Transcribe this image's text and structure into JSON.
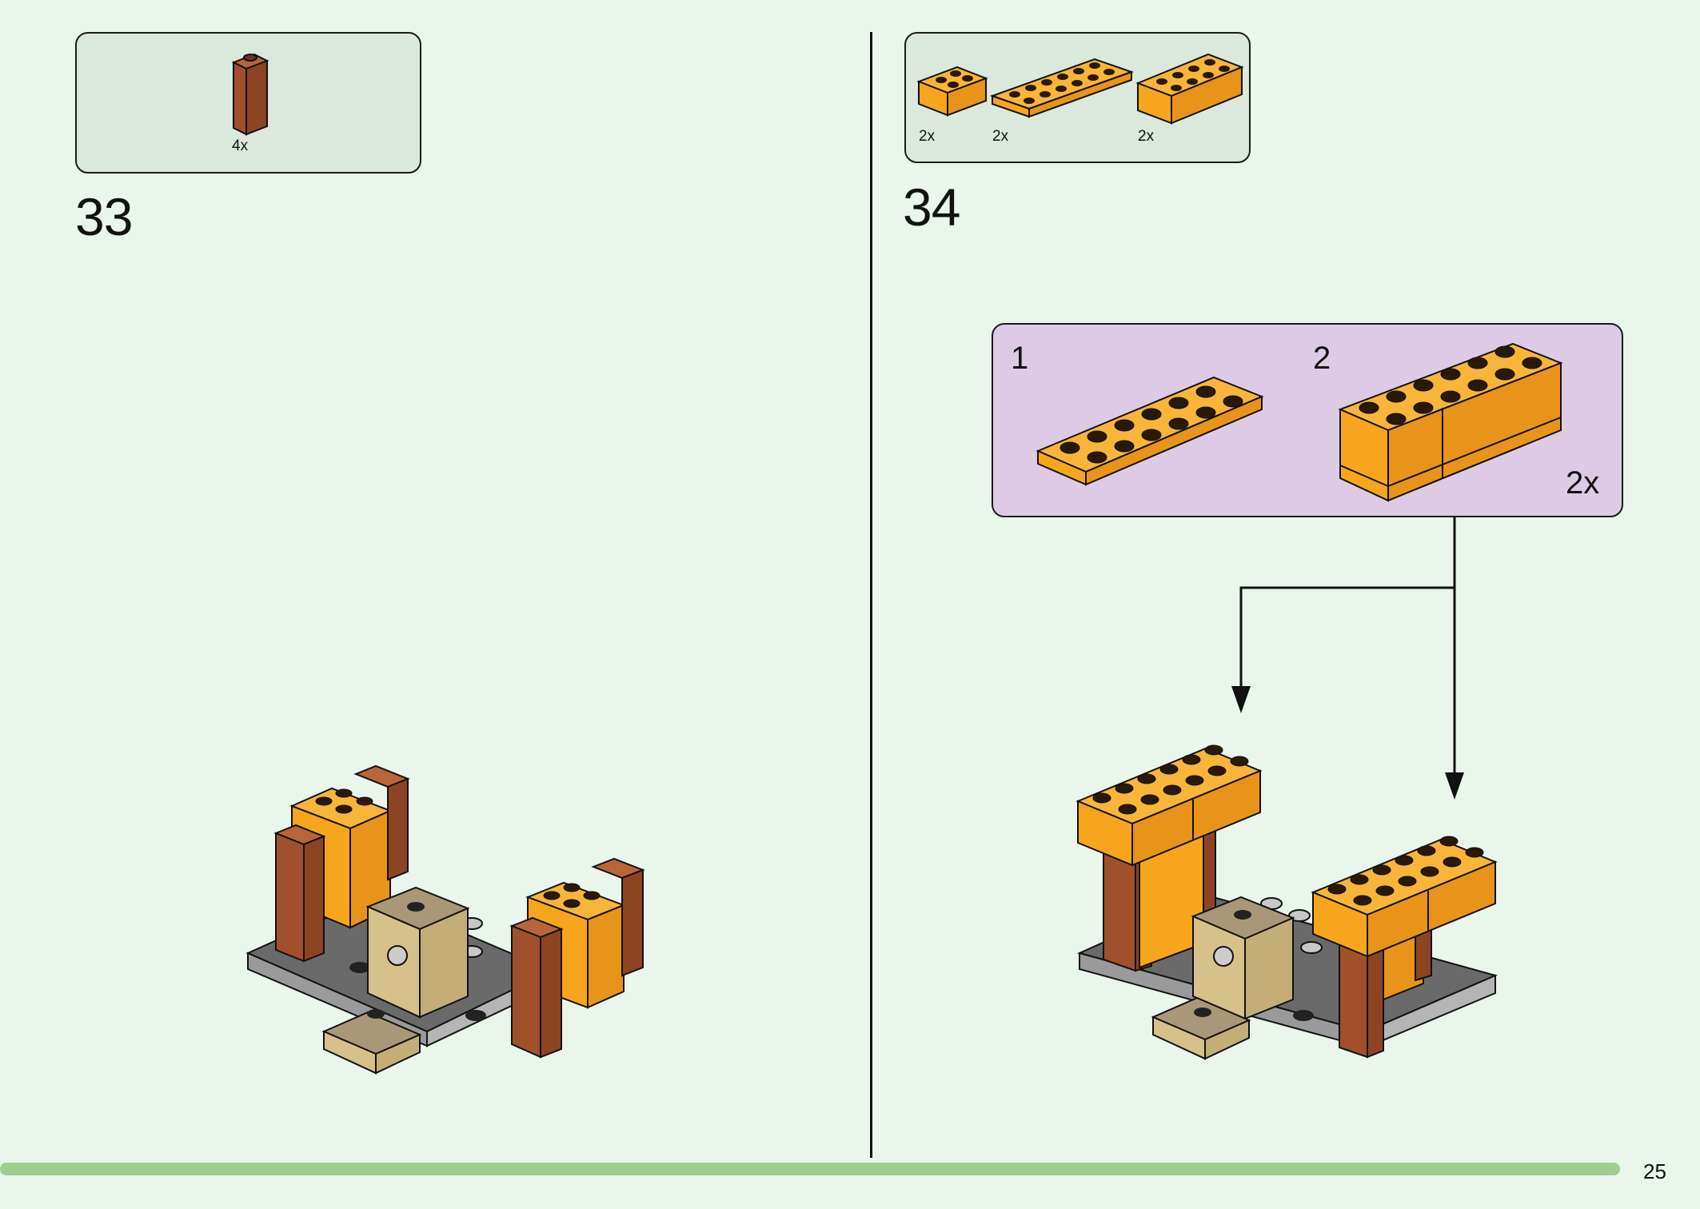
{
  "step33": {
    "number": "33",
    "parts": [
      {
        "name": "brown-1x1x3-brick",
        "quantity": "4x",
        "color": "#a0502a"
      }
    ]
  },
  "step34": {
    "number": "34",
    "parts": [
      {
        "name": "orange-2x2-brick",
        "quantity": "2x",
        "color": "#f7a51c"
      },
      {
        "name": "orange-2x6-plate",
        "quantity": "2x",
        "color": "#f7a51c"
      },
      {
        "name": "orange-2x4-brick",
        "quantity": "2x",
        "color": "#f7a51c"
      }
    ],
    "subassembly": {
      "step1_label": "1",
      "step2_label": "2",
      "multiplier": "2x"
    }
  },
  "page_number": "25",
  "colors": {
    "background": "#eaf5ec",
    "parts_box": "#dbe8dc",
    "subassembly_box": "#ddcbe6",
    "progress_bar": "#9fce8f",
    "orange": "#f7a51c",
    "brown": "#a0502a",
    "dark_gray": "#6a6a6a",
    "light_gray": "#b5b5b5",
    "tan": "#d6c18a",
    "dark_tan": "#a99878"
  }
}
